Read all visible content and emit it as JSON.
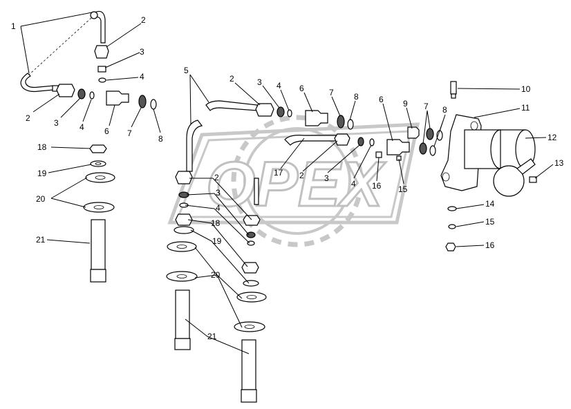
{
  "watermark": {
    "text": "OPEX"
  },
  "callouts": [
    {
      "id": "c1",
      "text": "1"
    },
    {
      "id": "c2a",
      "text": "2"
    },
    {
      "id": "c3a",
      "text": "3"
    },
    {
      "id": "c4a",
      "text": "4"
    },
    {
      "id": "c2b",
      "text": "2"
    },
    {
      "id": "c3b",
      "text": "3"
    },
    {
      "id": "c4b",
      "text": "4"
    },
    {
      "id": "c6a",
      "text": "6"
    },
    {
      "id": "c7a",
      "text": "7"
    },
    {
      "id": "c8a",
      "text": "8"
    },
    {
      "id": "c18a",
      "text": "18"
    },
    {
      "id": "c19a",
      "text": "19"
    },
    {
      "id": "c20a",
      "text": "20"
    },
    {
      "id": "c21a",
      "text": "21"
    },
    {
      "id": "c5",
      "text": "5"
    },
    {
      "id": "c2c",
      "text": "2"
    },
    {
      "id": "c3c",
      "text": "3"
    },
    {
      "id": "c4c",
      "text": "4"
    },
    {
      "id": "c6b",
      "text": "6"
    },
    {
      "id": "c7b",
      "text": "7"
    },
    {
      "id": "c8b",
      "text": "8"
    },
    {
      "id": "c6c",
      "text": "6"
    },
    {
      "id": "c9",
      "text": "9"
    },
    {
      "id": "c7c",
      "text": "7"
    },
    {
      "id": "c8c",
      "text": "8"
    },
    {
      "id": "c10",
      "text": "10"
    },
    {
      "id": "c11",
      "text": "11"
    },
    {
      "id": "c12",
      "text": "12"
    },
    {
      "id": "c13",
      "text": "13"
    },
    {
      "id": "c17",
      "text": "17"
    },
    {
      "id": "c2d",
      "text": "2"
    },
    {
      "id": "c3d",
      "text": "3"
    },
    {
      "id": "c4d",
      "text": "4"
    },
    {
      "id": "c16a",
      "text": "16"
    },
    {
      "id": "c15a",
      "text": "15"
    },
    {
      "id": "c2e",
      "text": "2"
    },
    {
      "id": "c3e",
      "text": "3"
    },
    {
      "id": "c4e",
      "text": "4"
    },
    {
      "id": "c18b",
      "text": "18"
    },
    {
      "id": "c19b",
      "text": "19"
    },
    {
      "id": "c20b",
      "text": "20"
    },
    {
      "id": "c21b",
      "text": "21"
    },
    {
      "id": "c14",
      "text": "14"
    },
    {
      "id": "c15b",
      "text": "15"
    },
    {
      "id": "c16b",
      "text": "16"
    }
  ]
}
